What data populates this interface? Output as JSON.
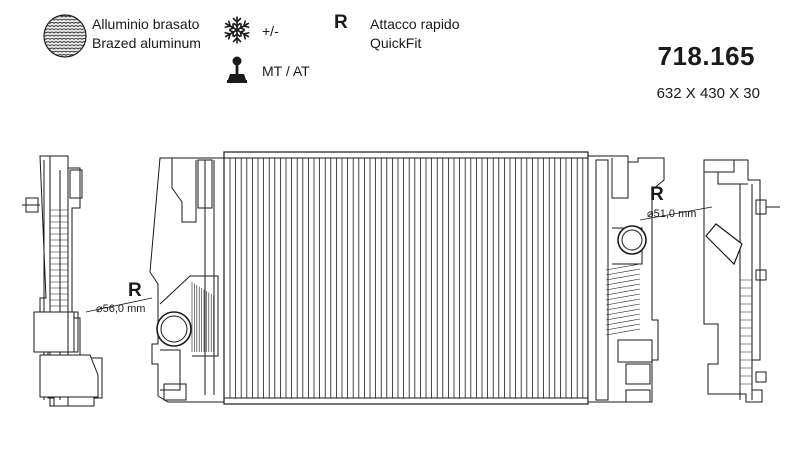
{
  "legend": {
    "material": {
      "icon": "brazed-aluminum-icon",
      "line1": "Alluminio brasato",
      "line2": "Brazed aluminum"
    },
    "ac": {
      "icon": "snowflake-icon",
      "label": "+/-"
    },
    "transmission": {
      "icon": "gear-shift-icon",
      "label": "MT / AT"
    },
    "connection": {
      "symbol": "R",
      "line1": "Attacco rapido",
      "line2": "QuickFit"
    }
  },
  "product": {
    "part_number": "718.165",
    "dimensions": "632 X 430 X 30"
  },
  "drawing": {
    "left_port": {
      "symbol": "R",
      "diameter": "56,0 mm"
    },
    "right_port": {
      "symbol": "R",
      "diameter": "51,0 mm"
    }
  },
  "colors": {
    "line": "#1a1a1a",
    "fill": "#ffffff",
    "shade": "#d9d9d9"
  }
}
